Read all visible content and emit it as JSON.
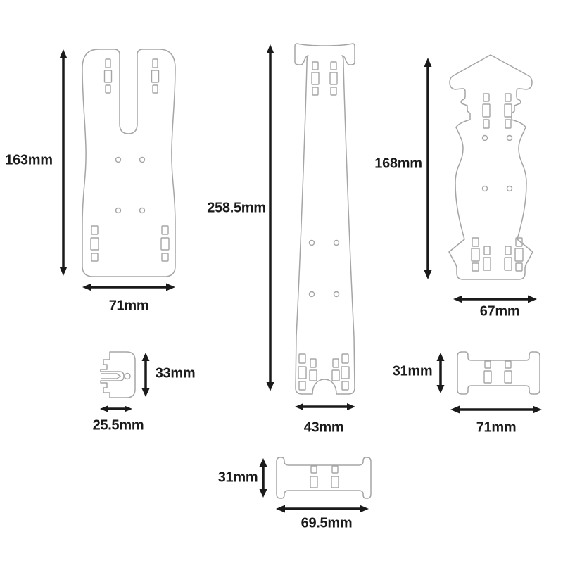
{
  "colors": {
    "background": "#ffffff",
    "outline": "#a5a5a5",
    "dimension": "#1a1a1a"
  },
  "parts": [
    {
      "id": "part-1-rear-plate",
      "height": "163mm",
      "width": "71mm"
    },
    {
      "id": "part-2-main-chassis",
      "height": "258.5mm",
      "width": "43mm"
    },
    {
      "id": "part-3-body-plate",
      "height": "168mm",
      "width": "67mm"
    },
    {
      "id": "part-4-front-bracket",
      "height": "33mm",
      "width": "25.5mm"
    },
    {
      "id": "part-5-cross-brace-wide",
      "height": "31mm",
      "width": "71mm"
    },
    {
      "id": "part-6-cross-brace-narrow",
      "height": "31mm",
      "width": "69.5mm"
    }
  ]
}
